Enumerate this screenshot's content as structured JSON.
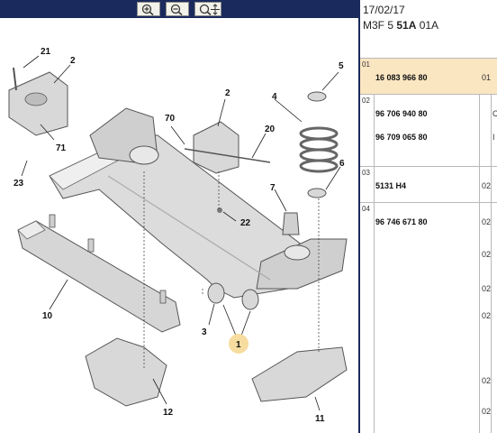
{
  "toolbar": {
    "buttons": [
      {
        "icon": "zoom-in-icon"
      },
      {
        "icon": "zoom-out-icon"
      },
      {
        "icon": "zoom-fit-icon"
      }
    ]
  },
  "header": {
    "date": "17/02/17",
    "code_prefix": "M3F 5 ",
    "code_bold": "51A",
    "code_suffix": " 01A"
  },
  "diagram": {
    "callouts": [
      "1",
      "2",
      "2",
      "3",
      "4",
      "5",
      "6",
      "7",
      "10",
      "11",
      "12",
      "20",
      "21",
      "22",
      "23",
      "70",
      "71"
    ],
    "highlight_color": "#f7dca0"
  },
  "parts_table": {
    "highlight_color": "#fbe6c2",
    "rows": [
      {
        "num": "01",
        "refs": [
          "16 083 966 80"
        ],
        "qty": [
          "01"
        ],
        "letters": []
      },
      {
        "num": "02",
        "refs": [
          "96 706 940 80",
          "96 709 065 80"
        ],
        "qty": [],
        "letters": [
          "C",
          "I"
        ]
      },
      {
        "num": "03",
        "refs": [
          "5131 H4"
        ],
        "qty": [
          "02"
        ],
        "letters": []
      },
      {
        "num": "04",
        "refs": [
          "96 746 671 80"
        ],
        "qty": [
          "02",
          "02",
          "02",
          "02",
          "02",
          "02"
        ],
        "letters": []
      }
    ]
  }
}
